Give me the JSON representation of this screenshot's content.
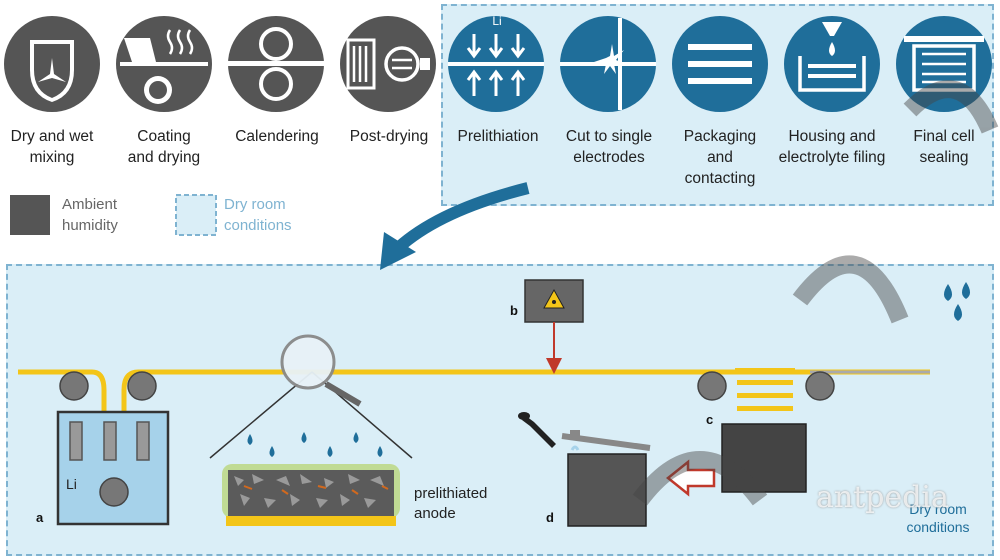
{
  "steps": [
    {
      "label": "Dry and wet\nmixing",
      "icon": "mixer-icon",
      "zone": "ambient"
    },
    {
      "label": "Coating\nand drying",
      "icon": "coating-icon",
      "zone": "ambient"
    },
    {
      "label": "Calendering",
      "icon": "calender-rollers-icon",
      "zone": "ambient"
    },
    {
      "label": "Post-drying",
      "icon": "oven-icon",
      "zone": "ambient"
    },
    {
      "label": "Prelithiation",
      "icon": "lithium-arrows-icon",
      "zone": "dry-room",
      "icon_text": "Li"
    },
    {
      "label": "Cut to single\nelectrodes",
      "icon": "laser-cut-icon",
      "zone": "dry-room"
    },
    {
      "label": "Packaging\nand\ncontacting",
      "icon": "stack-icon",
      "zone": "dry-room"
    },
    {
      "label": "Housing and\nelectrolyte filing",
      "icon": "electrolyte-fill-icon",
      "zone": "dry-room"
    },
    {
      "label": "Final cell\nsealing",
      "icon": "sealing-icon",
      "zone": "dry-room"
    }
  ],
  "legend": {
    "ambient": {
      "label": "Ambient\nhumidity",
      "color": "#555555"
    },
    "dry_room": {
      "label": "Dry room\nconditions",
      "color": "#daeef7"
    }
  },
  "detail": {
    "bath_label": "Li",
    "anode_label": "prelithiated\nanode",
    "zone_label": "Dry room\nconditions",
    "letters": {
      "a": "a",
      "b": "b",
      "c": "c",
      "d": "d"
    }
  },
  "watermark": "antpedia",
  "colors": {
    "icon_dark": "#555555",
    "icon_blue": "#1f6e9a",
    "panel_bg": "#daeef7",
    "panel_border": "#7fb3d1",
    "foil": "#f3c519",
    "laser": "#c0392b"
  }
}
